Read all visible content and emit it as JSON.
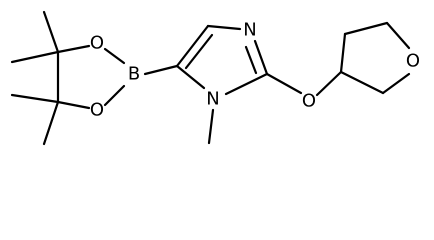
{
  "atoms": {
    "boron": "B",
    "dioxaborolane_o_upper": "O",
    "dioxaborolane_o_lower": "O",
    "imidazole_n3": "N",
    "imidazole_n1": "N",
    "ether_o": "O",
    "oxolane_o": "O"
  },
  "colors": {
    "bond": "#000000",
    "background": "#ffffff"
  }
}
